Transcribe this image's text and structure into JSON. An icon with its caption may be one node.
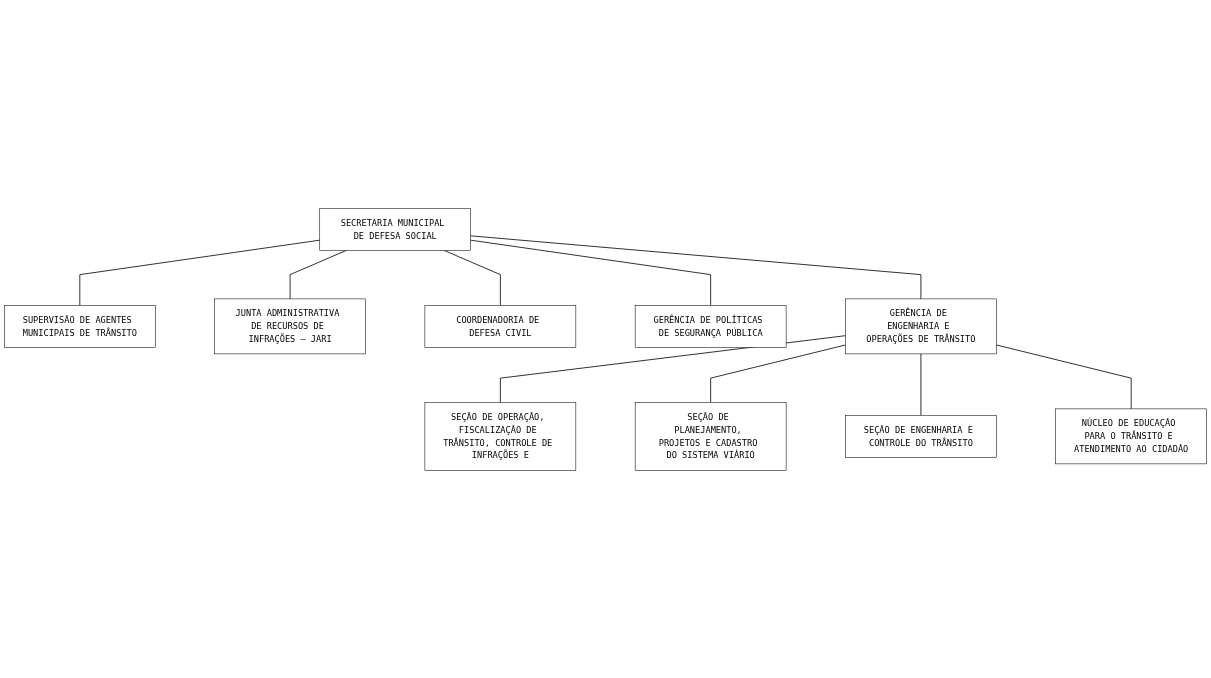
{
  "diagram": {
    "nodes": [
      {
        "text": [
          "SECRETARIA MUNICIPAL DE DEFESA SOCIAL"
        ]
      },
      {
        "text": [
          "SUPERVISÃO DE AGENTES MUNICIPAIS DE TRÂNSITO"
        ]
      },
      {
        "text": [
          "JUNTA ADMINISTRATIVA DE RECURSOS DE INFRAÇÕES – JARI"
        ]
      },
      {
        "text": [
          "COORDENADORIA DE DEFESA CIVIL"
        ]
      },
      {
        "text": [
          "GERÊNCIA DE POLÍTICAS DE SEGURANÇA PÚBLICA"
        ]
      },
      {
        "text": [
          "GERÊNCIA DE ENGENHARIA E OPERAÇÕES DE TRÂNSITO"
        ]
      },
      {
        "text": [
          "SEÇÃO DE OPERAÇÃO, FISCALIZAÇÃO DE TRÂNSITO, CONTROLE DE INFRAÇÕES E"
        ]
      },
      {
        "text": [
          "SEÇÃO DE PLANEJAMENTO, PROJETOS E CADASTRO DO SISTEMA VIÁRIO"
        ]
      },
      {
        "text": [
          "SEÇÃO DE ENGENHARIA E CONTROLE DO TRÂNSITO"
        ]
      },
      {
        "text": [
          "NÚCLEO DE EDUCAÇÃO PARA O TRÂNSITO E ATENDIMENTO AO CIDADÃO"
        ]
      }
    ],
    "edges": [
      {
        "from": 0,
        "to": 1,
        "arrow": "none"
      },
      {
        "from": 0,
        "to": 2,
        "arrow": "none"
      },
      {
        "from": 0,
        "to": 3,
        "arrow": "none"
      },
      {
        "from": 0,
        "to": 4,
        "arrow": "none"
      },
      {
        "from": 0,
        "to": 5,
        "arrow": "none"
      },
      {
        "from": 5,
        "to": 6,
        "arrow": "none"
      },
      {
        "from": 5,
        "to": 7,
        "arrow": "none"
      },
      {
        "from": 5,
        "to": 8,
        "arrow": "none"
      },
      {
        "from": 5,
        "to": 9,
        "arrow": "none"
      }
    ]
  }
}
